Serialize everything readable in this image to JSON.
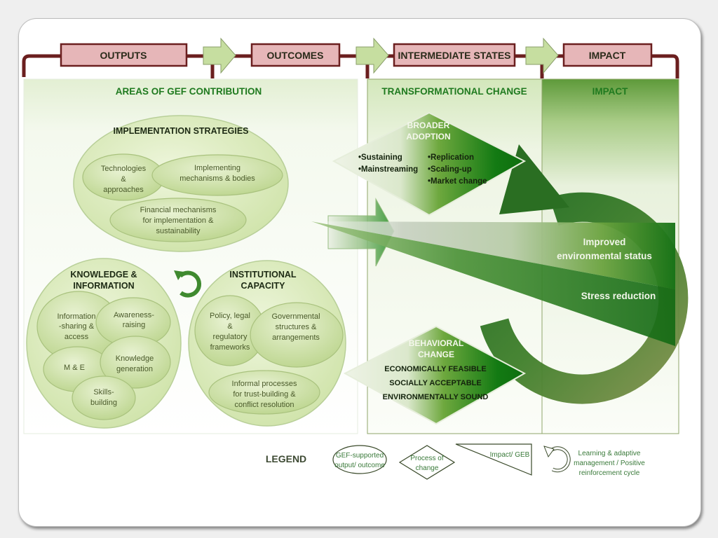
{
  "header": {
    "stages": [
      "OUTPUTS",
      "OUTCOMES",
      "INTERMEDIATE STATES",
      "IMPACT"
    ]
  },
  "sections": {
    "areas": "AREAS OF GEF CONTRIBUTION",
    "transformational": "TRANSFORMATIONAL CHANGE",
    "impact": "IMPACT"
  },
  "implementation": {
    "title": "IMPLEMENTATION STRATEGIES",
    "items": [
      [
        "Technologies",
        "&",
        "approaches"
      ],
      [
        "Implementing",
        "mechanisms & bodies"
      ],
      [
        "Financial mechanisms",
        "for implementation  &",
        "sustainability"
      ]
    ]
  },
  "knowledge": {
    "title": [
      "KNOWLEDGE &",
      "INFORMATION"
    ],
    "items": [
      [
        "Information",
        "-sharing &",
        "access"
      ],
      [
        "Awareness-",
        "raising"
      ],
      [
        "M & E"
      ],
      [
        "Knowledge",
        "generation"
      ],
      [
        "Skills-",
        "building"
      ]
    ]
  },
  "institutional": {
    "title": [
      "INSTITUTIONAL",
      "CAPACITY"
    ],
    "items": [
      [
        "Policy, legal",
        "&",
        "regulatory",
        "frameworks"
      ],
      [
        "Governmental",
        "structures &",
        "arrangements"
      ],
      [
        "Informal processes",
        "for trust-building &",
        "conflict resolution"
      ]
    ]
  },
  "broader_adoption": {
    "title": [
      "BROADER",
      "ADOPTION"
    ],
    "left": [
      "•Sustaining",
      "•Mainstreaming"
    ],
    "right": [
      "•Replication",
      "•Scaling-up",
      "•Market change"
    ]
  },
  "behavioral_change": {
    "title": [
      "BEHAVIORAL",
      "CHANGE"
    ],
    "lines": [
      "ECONOMICALLY FEASIBLE",
      "SOCIALLY ACCEPTABLE",
      "ENVIRONMENTALLY SOUND"
    ]
  },
  "impact_wedge": {
    "upper": [
      "Improved",
      "environmental status"
    ],
    "lower": "Stress reduction"
  },
  "legend": {
    "title": "LEGEND",
    "oval": [
      "GEF-supported",
      "output/ outcome"
    ],
    "diamond": [
      "Process of",
      "change"
    ],
    "triangle": "Impact/ GEB",
    "cycle": [
      "Learning & adaptive",
      "management / Positive",
      "reinforcement  cycle"
    ]
  },
  "colors": {
    "stage_fill": "#e6b6b8",
    "stage_border": "#6b1f1f",
    "arrow_fill": "#c6dea0",
    "section_text": "#1f7a1f",
    "dark_green": "#1e6b1e"
  }
}
